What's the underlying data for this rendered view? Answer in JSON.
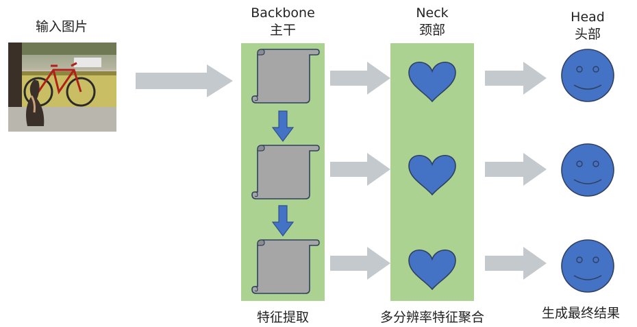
{
  "input": {
    "label": "输入图片"
  },
  "backbone": {
    "title_en": "Backbone",
    "title_cn": "主干",
    "caption": "特征提取"
  },
  "neck": {
    "title_en": "Neck",
    "title_cn": "颈部",
    "caption": "多分辨率特征聚合"
  },
  "head": {
    "title_en": "Head",
    "title_cn": "头部",
    "caption": "生成最终结果"
  },
  "colors": {
    "panel": "#a9d18e",
    "arrow_gray": "#c4c9ce",
    "arrow_blue": "#4472c4",
    "shape_blue": "#4472c4",
    "scroll_gray": "#a6a6a6",
    "outline": "#2f3f5f"
  }
}
